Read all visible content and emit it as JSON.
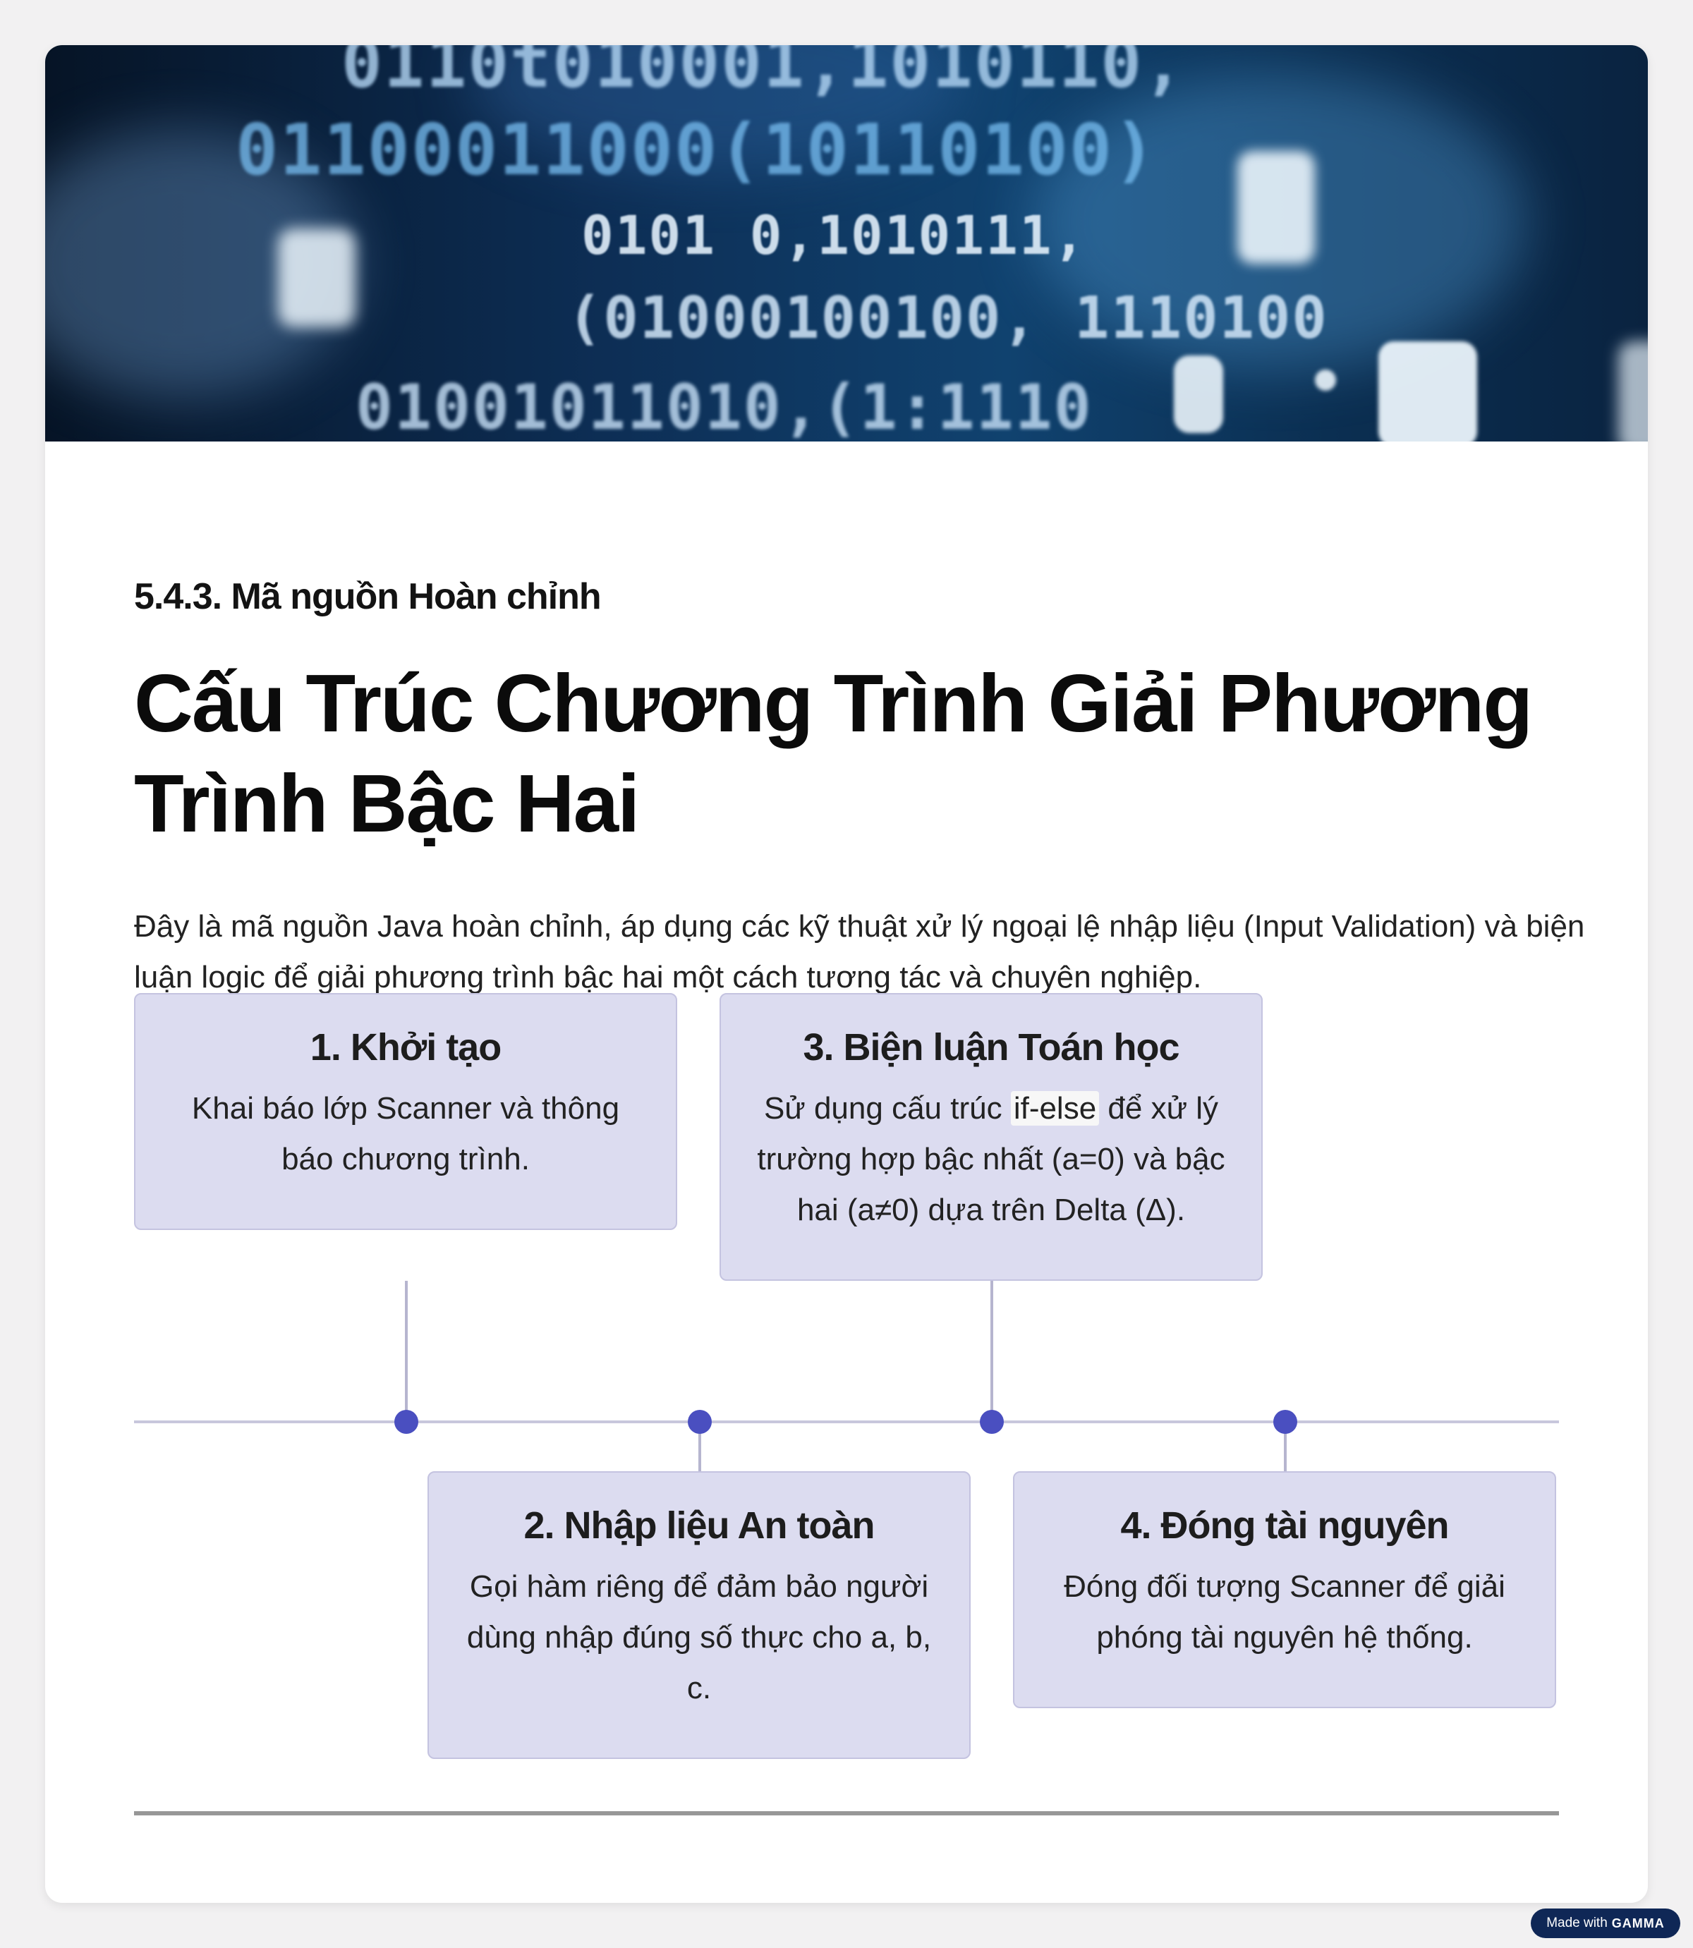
{
  "section": "5.4.3. Mã nguồn Hoàn chỉnh",
  "title": "Cấu Trúc Chương Trình Giải Phương Trình Bậc Hai",
  "intro": "Đây là mã nguồn Java hoàn chỉnh, áp dụng các kỹ thuật xử lý ngoại lệ nhập liệu (Input Validation) và biện luận logic để giải phương trình bậc hai một cách tương tác và chuyên nghiệp.",
  "hero": {
    "line1": "0110t010001,1010110,",
    "line2": "01100011000(10110100)",
    "line3": "0101 0,1010111,",
    "line4": "(01000100100, 1110100",
    "line5": "01001011010,(1:1110"
  },
  "steps": [
    {
      "title": "1. Khởi tạo",
      "text": "Khai báo lớp Scanner và thông báo chương trình."
    },
    {
      "title": "2. Nhập liệu An toàn",
      "text": "Gọi hàm riêng để đảm bảo người dùng nhập đúng số thực cho a, b, c."
    },
    {
      "title": "3. Biện luận Toán học",
      "text_before": "Sử dụng cấu trúc ",
      "code": "if-else",
      "text_after": " để xử lý trường hợp bậc nhất (a=0) và bậc hai (a≠0) dựa trên Delta (Δ)."
    },
    {
      "title": "4. Đóng tài nguyên",
      "text": "Đóng đối tượng Scanner để giải phóng tài nguyên hệ thống."
    }
  ],
  "badge": {
    "prefix": "Made with",
    "brand": "GAMMA"
  },
  "colors": {
    "box_fill": "#dcdcf0",
    "dot": "#4a4fc0",
    "timeline": "#c8c7dc",
    "hero_dark": "#0d2e55"
  }
}
